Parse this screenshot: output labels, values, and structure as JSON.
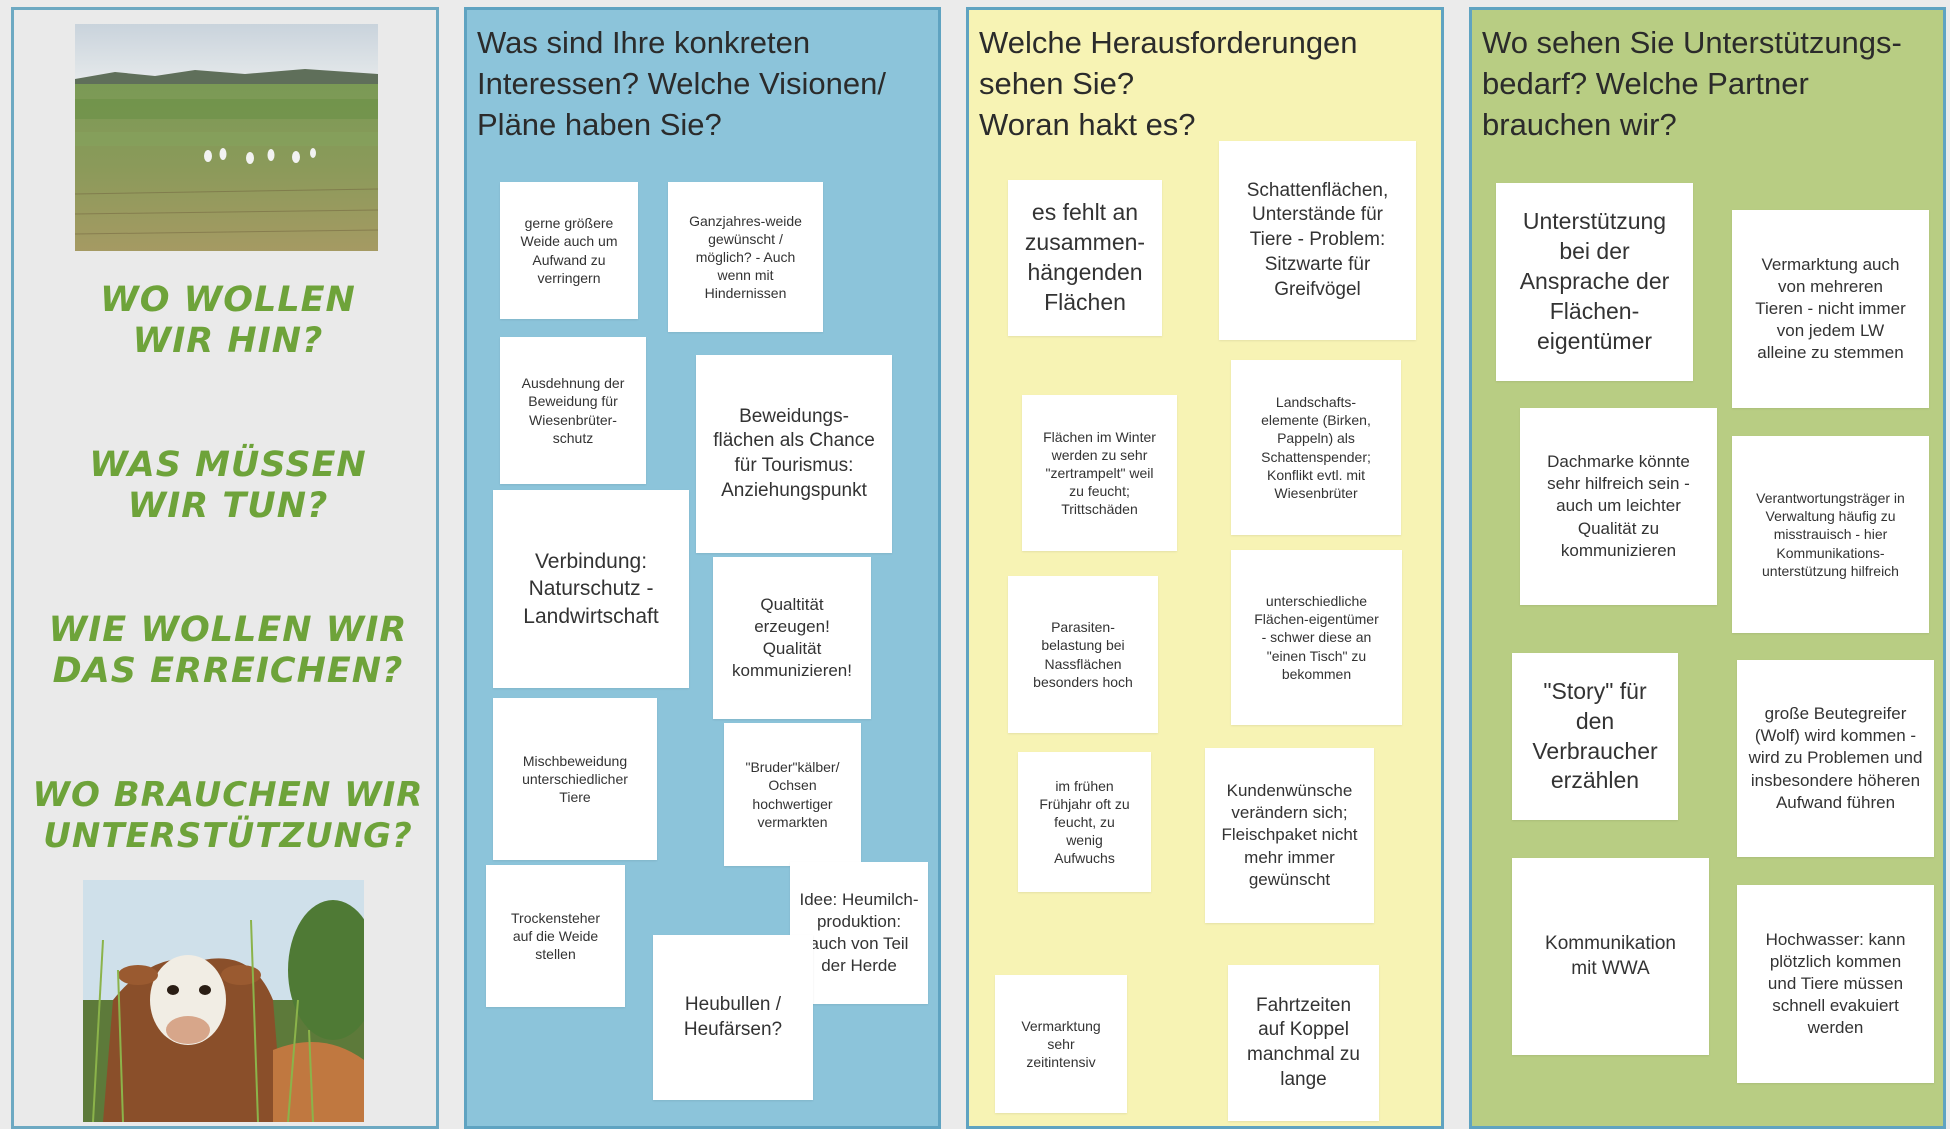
{
  "intro": {
    "questions": [
      "Wo wollen wir hin?",
      "Was müssen wir tun?",
      "Wie wollen wir das erreichen?",
      "Wo brauchen wir Unterstützung?"
    ],
    "images": [
      "meadow-with-storks",
      "cow-in-grass"
    ]
  },
  "columns": [
    {
      "title": "Was sind Ihre konkreten\nInteressen? Welche Visionen/\nPläne haben Sie?",
      "notes": [
        "gerne größere\nWeide auch um\nAufwand zu\nverringern",
        "Ganzjahres-weide\ngewünscht /\nmöglich? - Auch\nwenn mit\nHindernissen",
        "Ausdehnung der\nBeweidung für\nWiesenbrüter-\nschutz",
        "Beweidungs-\nflächen als Chance\nfür Tourismus:\nAnziehungspunkt",
        "Verbindung:\nNaturschutz -\nLandwirtschaft",
        "Qualtität\nerzeugen!\nQualität\nkommunizieren!",
        "Mischbeweidung\nunterschiedlicher\nTiere",
        "\"Bruder\"kälber/\nOchsen\nhochwertiger\nvermarkten",
        "Trockensteher\nauf die Weide\nstellen",
        "Idee: Heumilch-\nproduktion:\nauch von Teil\nder Herde",
        "Heubullen /\nHeufärsen?"
      ]
    },
    {
      "title": "Welche Herausforderungen\nsehen Sie?\nWoran hakt es?",
      "notes": [
        "es fehlt an\nzusammen-\nhängenden\nFlächen",
        "Schattenflächen,\nUnterstände für\nTiere - Problem:\nSitzwarte für\nGreifvögel",
        "Flächen im Winter\nwerden zu sehr\n\"zertrampelt\" weil\nzu feucht;\nTrittschäden",
        "Landschafts-\nelemente (Birken,\nPappeln) als\nSchattenspender;\nKonflikt evtl. mit\nWiesenbrüter",
        "Parasiten-\nbelastung bei\nNassflächen\nbesonders hoch",
        "unterschiedliche\nFlächen-eigentümer\n- schwer diese an\n\"einen Tisch\" zu\nbekommen",
        "im frühen\nFrühjahr oft zu\nfeucht, zu\nwenig\nAufwuchs",
        "Kundenwünsche\nverändern sich;\nFleischpaket nicht\nmehr immer\ngewünscht",
        "Vermarktung\nsehr\nzeitintensiv",
        "Fahrtzeiten\nauf Koppel\nmanchmal zu\nlange"
      ]
    },
    {
      "title": "Wo sehen Sie Unterstützungs-\nbedarf? Welche Partner\nbrauchen wir?",
      "notes": [
        "Unterstützung\nbei der\nAnsprache der\nFlächen-\neigentümer",
        "Vermarktung auch\nvon mehreren\nTieren - nicht immer\nvon jedem LW\nalleine zu stemmen",
        "Dachmarke könnte\nsehr hilfreich sein -\nauch um leichter\nQualität zu\nkommunizieren",
        "Verantwortungsträger in\nVerwaltung häufig zu\nmisstrauisch - hier\nKommunikations-\nunterstützung hilfreich",
        "\"Story\" für\nden\nVerbraucher\nerzählen",
        "große Beutegreifer\n(Wolf) wird kommen -\nwird zu Problemen und\ninsbesondere höheren\nAufwand führen",
        "Kommunikation\nmit WWA",
        "Hochwasser: kann\nplötzlich kommen\nund Tiere müssen\nschnell evakuiert\nwerden"
      ]
    }
  ],
  "colors": {
    "intro_bg": "#eaeaea",
    "blue_column": "#8cc4da",
    "yellow_column": "#f7f3b4",
    "green_column": "#b8cd83",
    "question_green": "#6ea33a",
    "border_blue": "#5fa3c1"
  }
}
